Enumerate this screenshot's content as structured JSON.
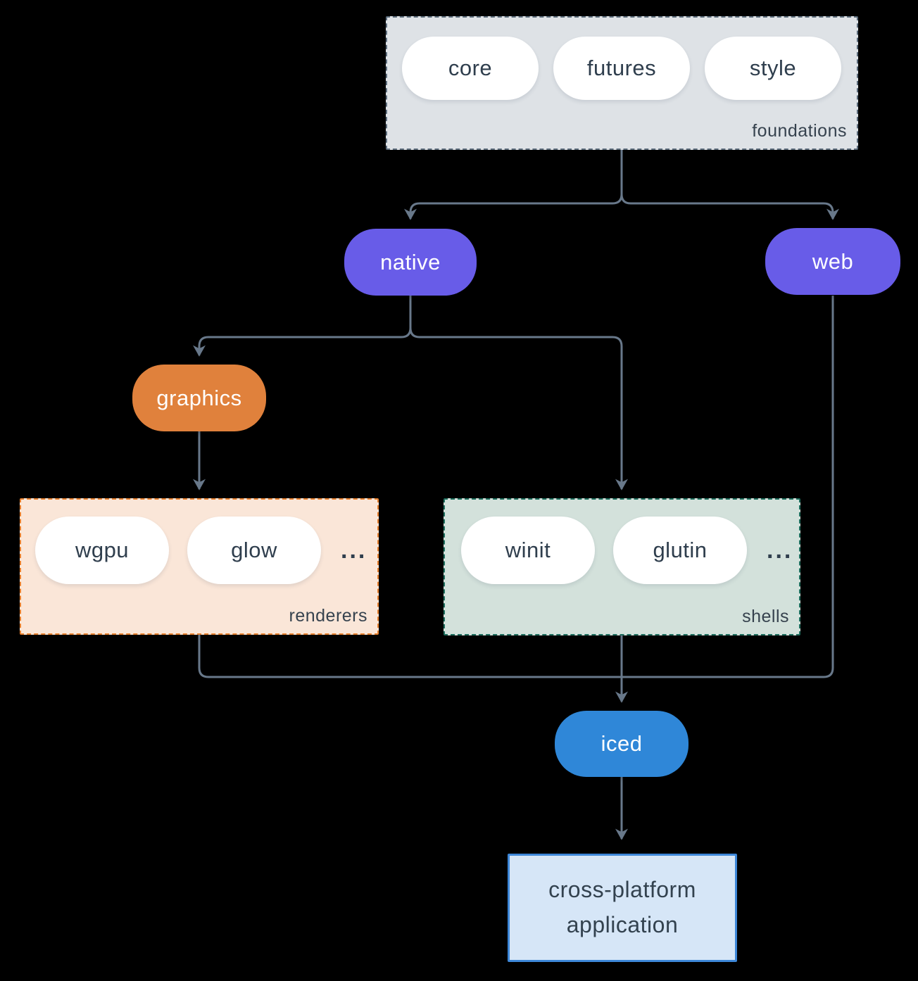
{
  "groups": {
    "foundations": {
      "label": "foundations",
      "pills": [
        "core",
        "futures",
        "style"
      ]
    },
    "renderers": {
      "label": "renderers",
      "pills": [
        "wgpu",
        "glow"
      ],
      "ellipsis": "..."
    },
    "shells": {
      "label": "shells",
      "pills": [
        "winit",
        "glutin"
      ],
      "ellipsis": "..."
    }
  },
  "nodes": {
    "native": {
      "label": "native"
    },
    "web": {
      "label": "web"
    },
    "graphics": {
      "label": "graphics"
    },
    "iced": {
      "label": "iced"
    },
    "application": {
      "label": "cross-platform application"
    }
  },
  "colors": {
    "background": "#000000",
    "edge": "#68788a",
    "foundations_fill": "#dee2e6",
    "foundations_border": "#5c6c7c",
    "renderers_fill": "#fae6d8",
    "renderers_border": "#e8812f",
    "shells_fill": "#d3e1db",
    "shells_border": "#1e6e5e",
    "purple_node": "#685ce8",
    "orange_node": "#e0813c",
    "blue_node": "#2f87d8",
    "app_fill": "#d6e6f7",
    "app_border": "#3d87d8",
    "pill_text": "#2f3e4d",
    "label_text": "#36424e"
  }
}
